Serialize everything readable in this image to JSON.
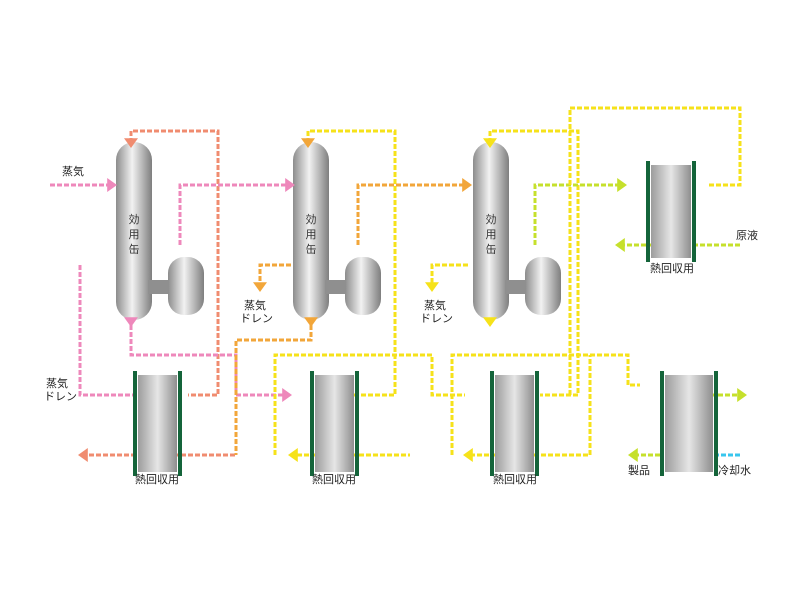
{
  "labels": {
    "steam_in": "蒸気",
    "steam_drain_left_1": "蒸気",
    "steam_drain_left_2": "ドレン",
    "steam_drain_mid_1": "蒸気",
    "steam_drain_mid_2": "ドレン",
    "steam_drain_right_1": "蒸気",
    "steam_drain_right_2": "ドレン",
    "raw_liquid": "原液",
    "product": "製品",
    "cooling_water": "冷却水",
    "hx_label": "熱回収用",
    "evap_chars": [
      "効",
      "用",
      "缶"
    ]
  },
  "colors": {
    "pink": "#ee88bb",
    "salmon": "#f08c70",
    "orange": "#f2a63a",
    "yellow": "#f6e21a",
    "green_yellow": "#c6e02c",
    "cyan": "#38c6ee",
    "frame_green": "#14643a",
    "vessel_gray": "#a9a9a9"
  }
}
